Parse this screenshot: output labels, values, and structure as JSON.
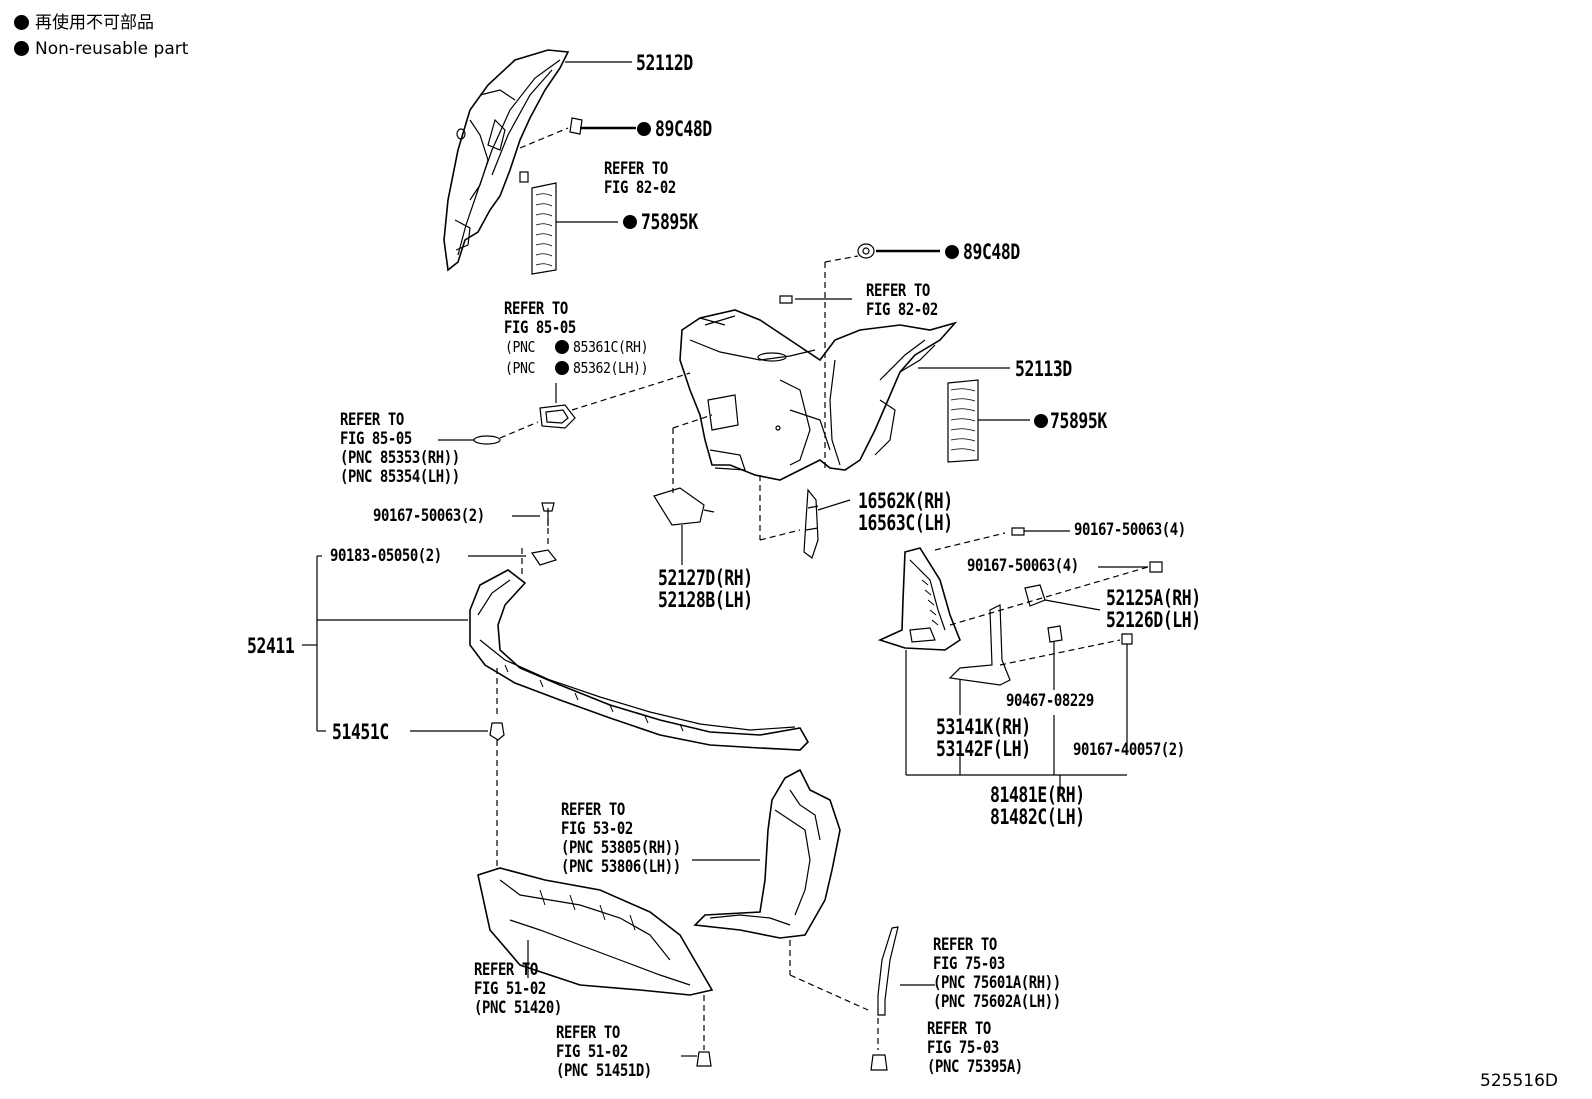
{
  "legend": {
    "line1": "再使用不可部品",
    "line2": "Non-reusable part"
  },
  "labels": {
    "p52112D": "52112D",
    "p89C48D_top": "89C48D",
    "refer_82_02_top": "REFER TO\nFIG 82-02",
    "p75895K_top": "75895K",
    "p89C48D_right": "89C48D",
    "refer_82_02_right": "REFER TO\nFIG 82-02",
    "refer_85_05_a": "REFER TO\nFIG 85-05",
    "pnc_85361C": "(PNC ",
    "pnc_85361C_num": "85361C(RH)",
    "pnc_85362": "(PNC ",
    "pnc_85362_num": "85362(LH))",
    "p52113D": "52113D",
    "p75895K_right": "75895K",
    "refer_85_05_b": "REFER TO\nFIG 85-05\n(PNC 85353(RH))\n(PNC 85354(LH))",
    "p16562K": "16562K(RH)\n16563C(LH)",
    "p90167_50063_2": "90167-50063(2)",
    "p90183_05050_2": "90183-05050(2)",
    "p52127D": "52127D(RH)\n52128B(LH)",
    "p90167_50063_4a": "90167-50063(4)",
    "p90167_50063_4b": "90167-50063(4)",
    "p52125A": "52125A(RH)\n52126D(LH)",
    "p52411": "52411",
    "p90467_08229": "90467-08229",
    "p53141K": "53141K(RH)\n53142F(LH)",
    "p90167_40057": "90167-40057(2)",
    "p51451C": "51451C",
    "p81481E": "81481E(RH)\n81482C(LH)",
    "refer_53_02": "REFER TO\nFIG 53-02\n(PNC 53805(RH))\n(PNC 53806(LH))",
    "refer_51_02_a": "REFER TO\nFIG 51-02\n(PNC 51420)",
    "refer_51_02_b": "REFER TO\nFIG 51-02\n(PNC 51451D)",
    "refer_75_03_a": "REFER TO\nFIG 75-03\n(PNC 75601A(RH))\n(PNC 75602A(LH))",
    "refer_75_03_b": "REFER TO\nFIG 75-03\n(PNC 75395A)",
    "figure_code": "525516D"
  }
}
